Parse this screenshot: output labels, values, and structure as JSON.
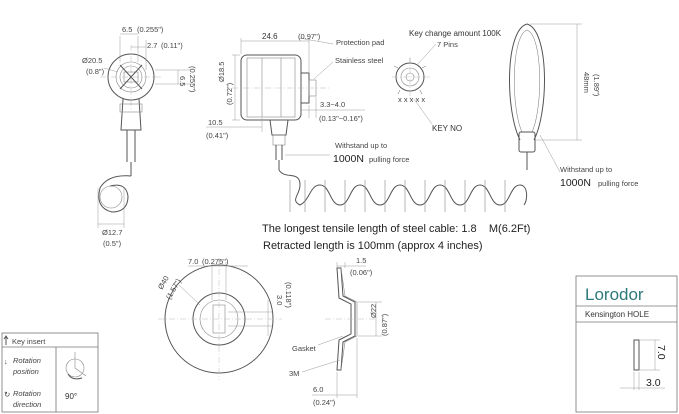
{
  "front_view": {
    "dim_width_mm": "6.5",
    "dim_width_in": "(0.255\")",
    "dim_inner_mm": "2.7",
    "dim_inner_in": "(0.11\")",
    "dim_dia_mm": "Ø20.5",
    "dim_dia_in": "(0.8\")",
    "dim_side_mm": "6.5",
    "dim_side_in": "(0.255\")",
    "dim_loop_mm": "Ø12.7",
    "dim_loop_in": "(0.5\")"
  },
  "side_view": {
    "dim_length_mm": "24.6",
    "dim_length_in": "(0.97\")",
    "protection_pad": "Protection pad",
    "stainless_steel": "Stainless steel",
    "dim_dia_mm": "Ø18.5",
    "dim_dia_in": "(0.72\")",
    "dim_range_mm": "3.3~4.0",
    "dim_range_in": "(0.13\"~0.16\")",
    "dim_front_mm": "10.5",
    "dim_front_in": "(0.41\")",
    "withstand": "Withstand up to",
    "force_value": "1000N",
    "force_unit": "pulling force"
  },
  "key_view": {
    "key_change": "Key change amount 100K",
    "pins": "7 Pins",
    "key_no": "KEY NO"
  },
  "loop_view": {
    "dim_height_mm": "48mm",
    "dim_height_in": "(1.89\")",
    "withstand": "Withstand up to",
    "force_value": "1000N",
    "force_unit": "pulling force"
  },
  "cable_info": {
    "line1": "The longest tensile length of steel cable: 1.8    M(6.2Ft)",
    "line2": "Retracted length is 100mm (approx 4 inches)"
  },
  "hole_view": {
    "dim_top_mm": "7.0",
    "dim_top_in": "(0.275\")",
    "dim_dia_mm": "Ø40",
    "dim_dia_in": "(1.57\")",
    "dim_side_mm": "3.0",
    "dim_side_in": "(0.118\")"
  },
  "gasket_view": {
    "dim_top_mm": "1.5",
    "dim_top_in": "(0.06\")",
    "dim_dia_mm": "Ø22",
    "dim_dia_in": "(0.87\")",
    "gasket": "Gasket",
    "tape": "3M",
    "dim_bottom_mm": "6.0",
    "dim_bottom_in": "(0.24\")"
  },
  "legend": {
    "key_insert": "Key insert",
    "rotation_position_1": "Rotation",
    "rotation_position_2": "position",
    "rotation_direction_1": "Rotation",
    "rotation_direction_2": "direction",
    "angle": "90°"
  },
  "title_block": {
    "brand": "Lorodor",
    "hole_title": "Kensington HOLE",
    "dim_h": "7.0",
    "dim_w": "3.0"
  }
}
